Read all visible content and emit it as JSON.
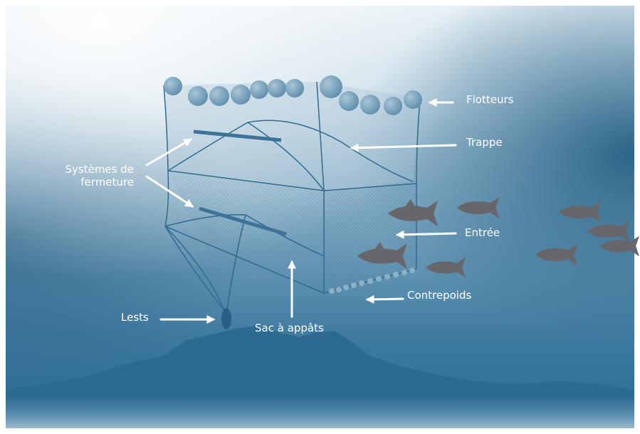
{
  "diagram": {
    "labels": {
      "floats": "Flotteurs",
      "trap_door": "Trappe",
      "closure_systems": "Systèmes de fermeture",
      "entry": "Entrée",
      "counterweights": "Contrepoids",
      "weights": "Lests",
      "bait_bag": "Sac à appâts"
    },
    "colors": {
      "water_light": "#d7e6ee",
      "water_mid": "#8fb3c8",
      "water_deep": "#1f5f86",
      "seabed": "#2d6d94",
      "fish": "#66666b",
      "float": "#6f9ab4",
      "net_line": "#2f6b90",
      "arrow": "#ffffff",
      "text": "#ffffff"
    }
  }
}
